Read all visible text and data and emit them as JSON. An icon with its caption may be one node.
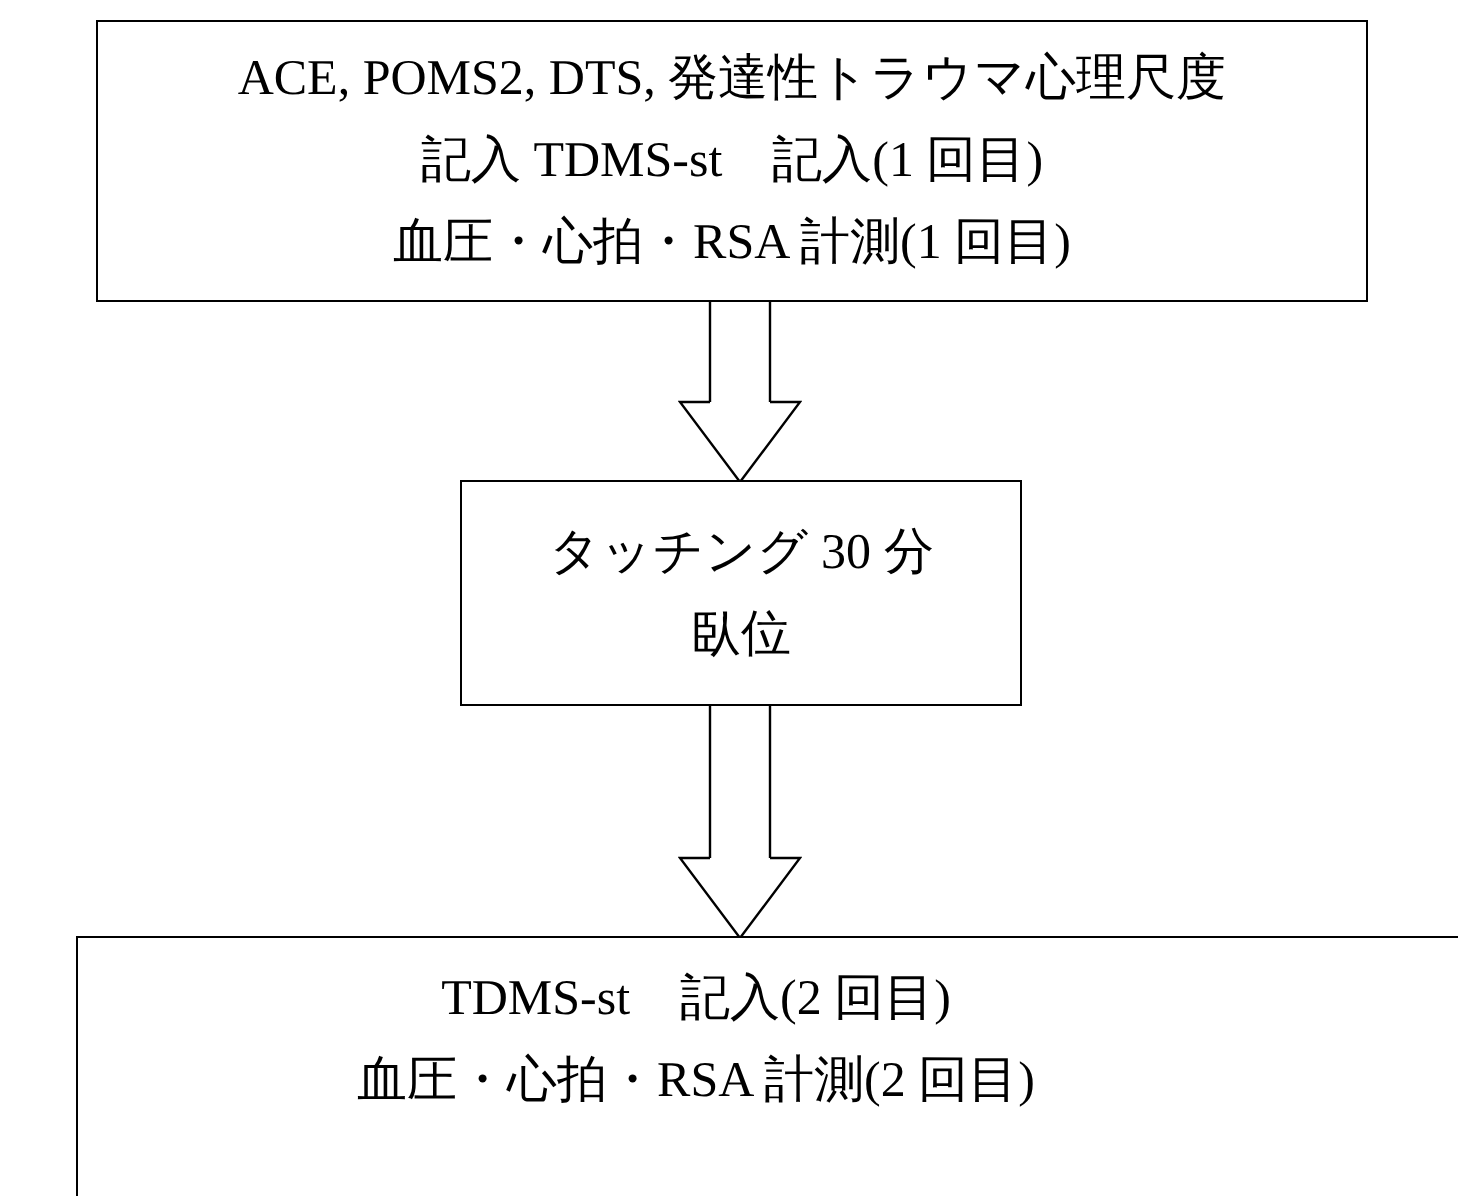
{
  "diagram": {
    "nodes": [
      {
        "text": [
          "ACE, POMS2, DTS, 発達性トラウマ心理尺度記入 TDMS-st　記入(1 回目)",
          "血圧・心拍・RSA 計測(1 回目)"
        ]
      },
      {
        "text": [
          "タッチング 30 分",
          "臥位"
        ]
      },
      {
        "text": [
          "TDMS-st　記入(2 回目)",
          "血圧・心拍・RSA 計測(2 回目)"
        ]
      }
    ],
    "edges": [
      {
        "from": 0,
        "to": 1,
        "arrow": "to"
      },
      {
        "from": 1,
        "to": 2,
        "arrow": "to"
      }
    ]
  }
}
